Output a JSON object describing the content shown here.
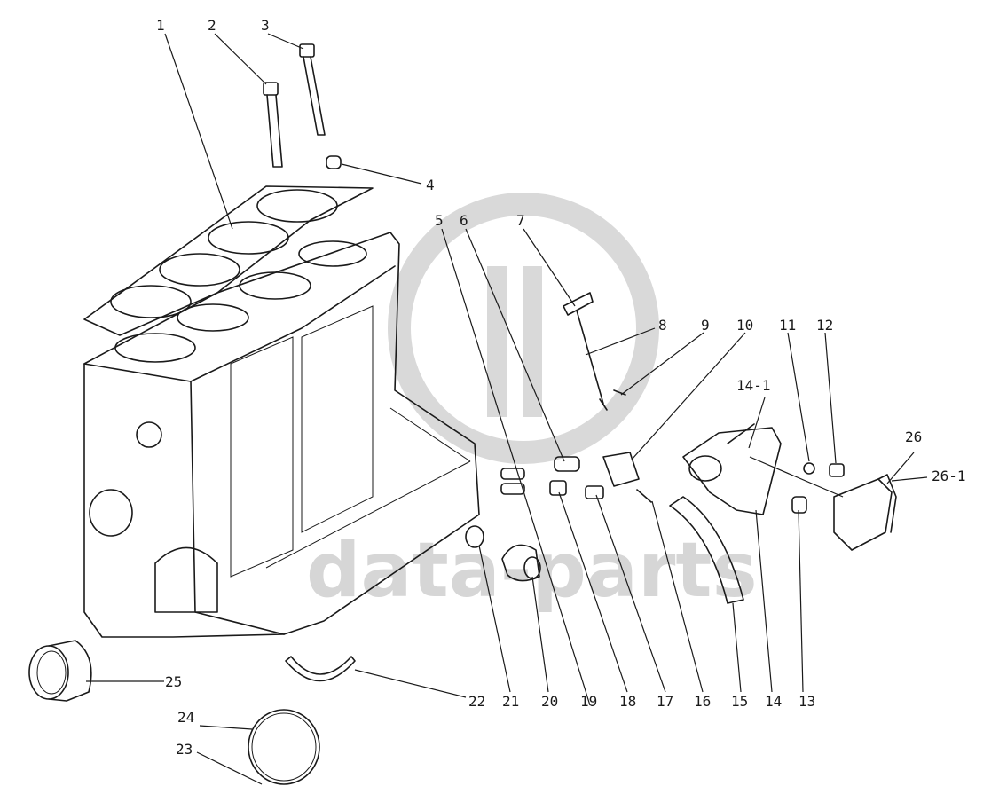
{
  "diagram": {
    "watermark_text": "data-parts",
    "callouts": [
      {
        "id": "1",
        "text": "1"
      },
      {
        "id": "2",
        "text": "2"
      },
      {
        "id": "3",
        "text": "3"
      },
      {
        "id": "4",
        "text": "4"
      },
      {
        "id": "5",
        "text": "5"
      },
      {
        "id": "6",
        "text": "6"
      },
      {
        "id": "7",
        "text": "7"
      },
      {
        "id": "8",
        "text": "8"
      },
      {
        "id": "9",
        "text": "9"
      },
      {
        "id": "10",
        "text": "10"
      },
      {
        "id": "11",
        "text": "11"
      },
      {
        "id": "12",
        "text": "12"
      },
      {
        "id": "13",
        "text": "13"
      },
      {
        "id": "14",
        "text": "14"
      },
      {
        "id": "14-1",
        "text": "14-1"
      },
      {
        "id": "15",
        "text": "15"
      },
      {
        "id": "16",
        "text": "16"
      },
      {
        "id": "17",
        "text": "17"
      },
      {
        "id": "18",
        "text": "18"
      },
      {
        "id": "19",
        "text": "19"
      },
      {
        "id": "20",
        "text": "20"
      },
      {
        "id": "21",
        "text": "21"
      },
      {
        "id": "22",
        "text": "22"
      },
      {
        "id": "23",
        "text": "23"
      },
      {
        "id": "24",
        "text": "24"
      },
      {
        "id": "25",
        "text": "25"
      },
      {
        "id": "26",
        "text": "26"
      },
      {
        "id": "26-1",
        "text": "26-1"
      }
    ]
  }
}
